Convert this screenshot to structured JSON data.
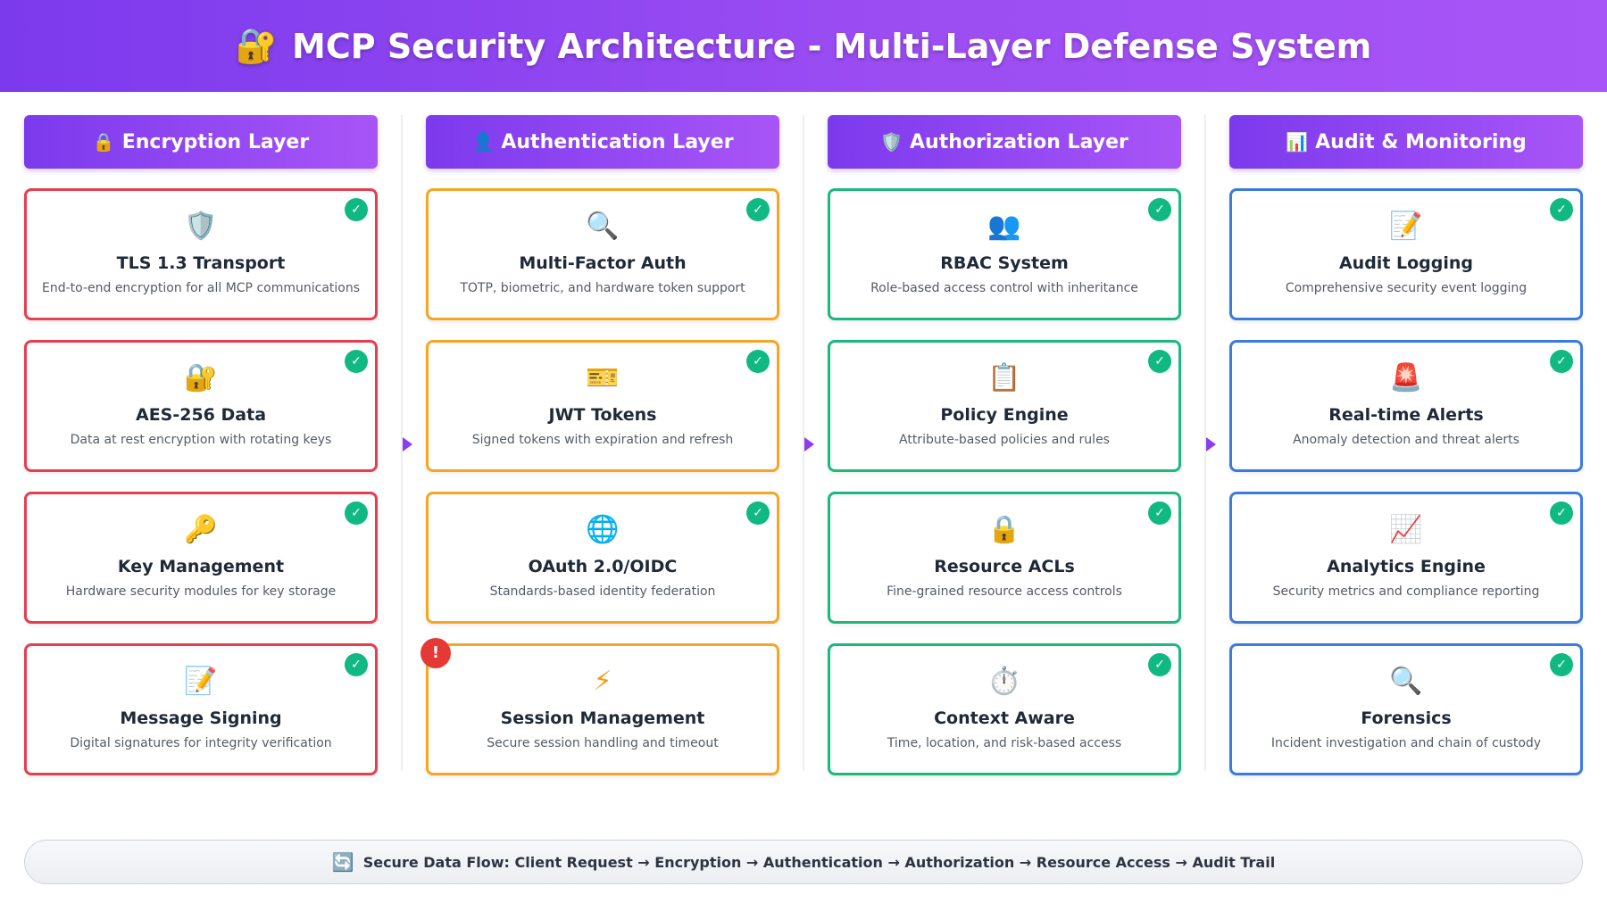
{
  "header": {
    "icon": "lock-with-key-icon",
    "title": "MCP Security Architecture - Multi-Layer Defense System"
  },
  "colors": {
    "accent": "#7c3aed",
    "check": "#10b981",
    "alert": "#e53935",
    "red": "#e53e4f",
    "orange": "#f5a623",
    "green": "#1cb97e",
    "blue": "#3b7be0"
  },
  "columns": [
    {
      "title": "Encryption Layer",
      "icon": "lock-icon",
      "cards": [
        {
          "icon": "shield-icon",
          "title": "TLS 1.3 Transport",
          "desc": "End-to-end encryption for all MCP communications",
          "status": "ok"
        },
        {
          "icon": "lock-with-key-icon",
          "title": "AES-256 Data",
          "desc": "Data at rest encryption with rotating keys",
          "status": "ok"
        },
        {
          "icon": "key-icon",
          "title": "Key Management",
          "desc": "Hardware security modules for key storage",
          "status": "ok"
        },
        {
          "icon": "memo-icon",
          "title": "Message Signing",
          "desc": "Digital signatures for integrity verification",
          "status": "ok"
        }
      ]
    },
    {
      "title": "Authentication Layer",
      "icon": "user-icon",
      "cards": [
        {
          "icon": "magnifier-icon",
          "title": "Multi-Factor Auth",
          "desc": "TOTP, biometric, and hardware token support",
          "status": "ok"
        },
        {
          "icon": "ticket-icon",
          "title": "JWT Tokens",
          "desc": "Signed tokens with expiration and refresh",
          "status": "ok"
        },
        {
          "icon": "globe-icon",
          "title": "OAuth 2.0/OIDC",
          "desc": "Standards-based identity federation",
          "status": "ok"
        },
        {
          "icon": "lightning-icon",
          "title": "Session Management",
          "desc": "Secure session handling and timeout",
          "status": "alert"
        }
      ]
    },
    {
      "title": "Authorization Layer",
      "icon": "shield-icon",
      "cards": [
        {
          "icon": "users-icon",
          "title": "RBAC System",
          "desc": "Role-based access control with inheritance",
          "status": "ok"
        },
        {
          "icon": "clipboard-icon",
          "title": "Policy Engine",
          "desc": "Attribute-based policies and rules",
          "status": "ok"
        },
        {
          "icon": "lock-icon",
          "title": "Resource ACLs",
          "desc": "Fine-grained resource access controls",
          "status": "ok"
        },
        {
          "icon": "stopwatch-icon",
          "title": "Context Aware",
          "desc": "Time, location, and risk-based access",
          "status": "ok"
        }
      ]
    },
    {
      "title": "Audit & Monitoring",
      "icon": "bar-chart-icon",
      "cards": [
        {
          "icon": "memo-icon",
          "title": "Audit Logging",
          "desc": "Comprehensive security event logging",
          "status": "ok"
        },
        {
          "icon": "siren-icon",
          "title": "Real-time Alerts",
          "desc": "Anomaly detection and threat alerts",
          "status": "ok"
        },
        {
          "icon": "trend-chart-icon",
          "title": "Analytics Engine",
          "desc": "Security metrics and compliance reporting",
          "status": "ok"
        },
        {
          "icon": "magnifier-icon",
          "title": "Forensics",
          "desc": "Incident investigation and chain of custody",
          "status": "ok"
        }
      ]
    }
  ],
  "glyphs": {
    "check": "✓",
    "alert": "!"
  },
  "flow": {
    "icon": "cycle-arrows-icon",
    "text": "Secure Data Flow: Client Request → Encryption → Authentication → Authorization → Resource Access → Audit Trail"
  }
}
